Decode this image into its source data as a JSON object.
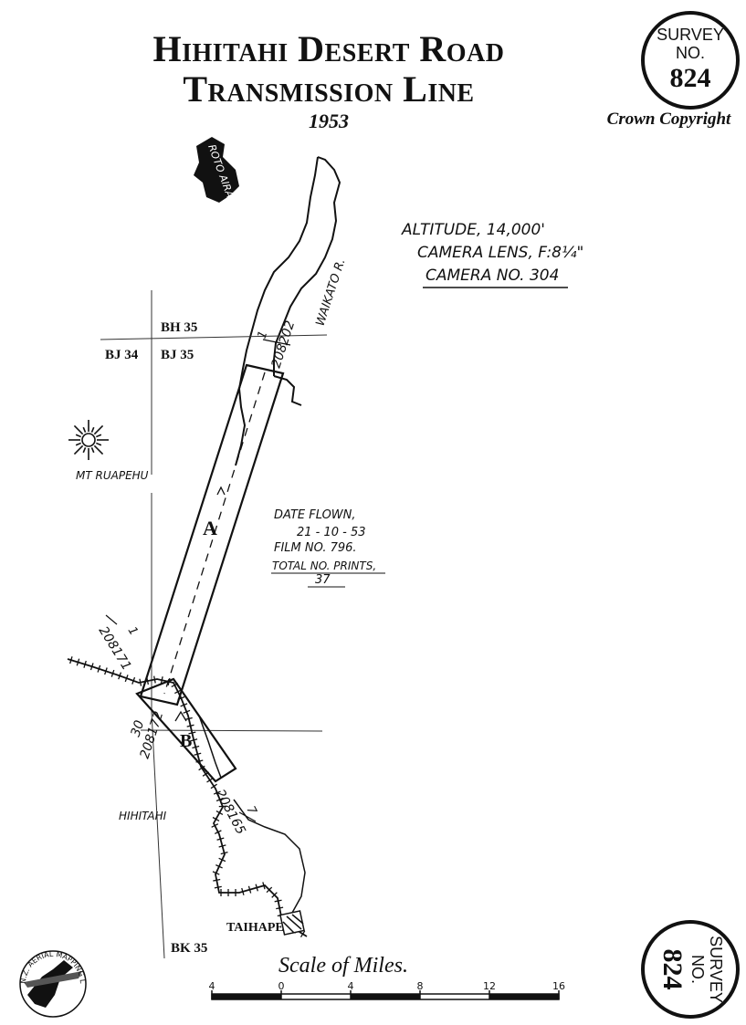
{
  "title_line1": "Hihitahi Desert Road",
  "title_line2": "Transmission Line",
  "year": "1953",
  "copyright": "Crown Copyright",
  "stamp_top": {
    "line1": "SURVEY",
    "line2": "NO.",
    "number": "824"
  },
  "stamp_bottom": {
    "line1": "SURVEY",
    "line2": "NO.",
    "number": "824"
  },
  "flight_info": {
    "altitude": "ALTITUDE, 14,000'",
    "lens": "CAMERA LENS, F:8¼\"",
    "camera": "CAMERA NO. 304"
  },
  "date_info": {
    "line1": "DATE FLOWN,",
    "line2": "21 - 10 - 53",
    "line3": "FILM NO. 796.",
    "line4": "TOTAL NO. PRINTS,",
    "line5": "37"
  },
  "grid_labels": {
    "bh35": "BH 35",
    "bj34": "BJ 34",
    "bj35": "BJ 35",
    "bk35": "BK 35"
  },
  "place_labels": {
    "rotoaira": "ROTO AIRA",
    "waikato": "WAIKATO R.",
    "ruapehu": "MT RUAPEHU",
    "hihitahi": "HIHITAHI",
    "taihape": "TAIHAPE"
  },
  "strip_labels": {
    "a": "A",
    "b": "B"
  },
  "photo_numbers": {
    "n208202": "208202",
    "n208171": "208171",
    "n208172": "208172",
    "n208165": "208165",
    "n1": "1",
    "n30": "30",
    "n1b": "1",
    "n7": "7"
  },
  "scale": {
    "title": "Scale of Miles.",
    "ticks": [
      "4",
      "0",
      "4",
      "8",
      "12",
      "16"
    ]
  },
  "logo_text": "N.Z. AERIAL MAPPING LTD."
}
